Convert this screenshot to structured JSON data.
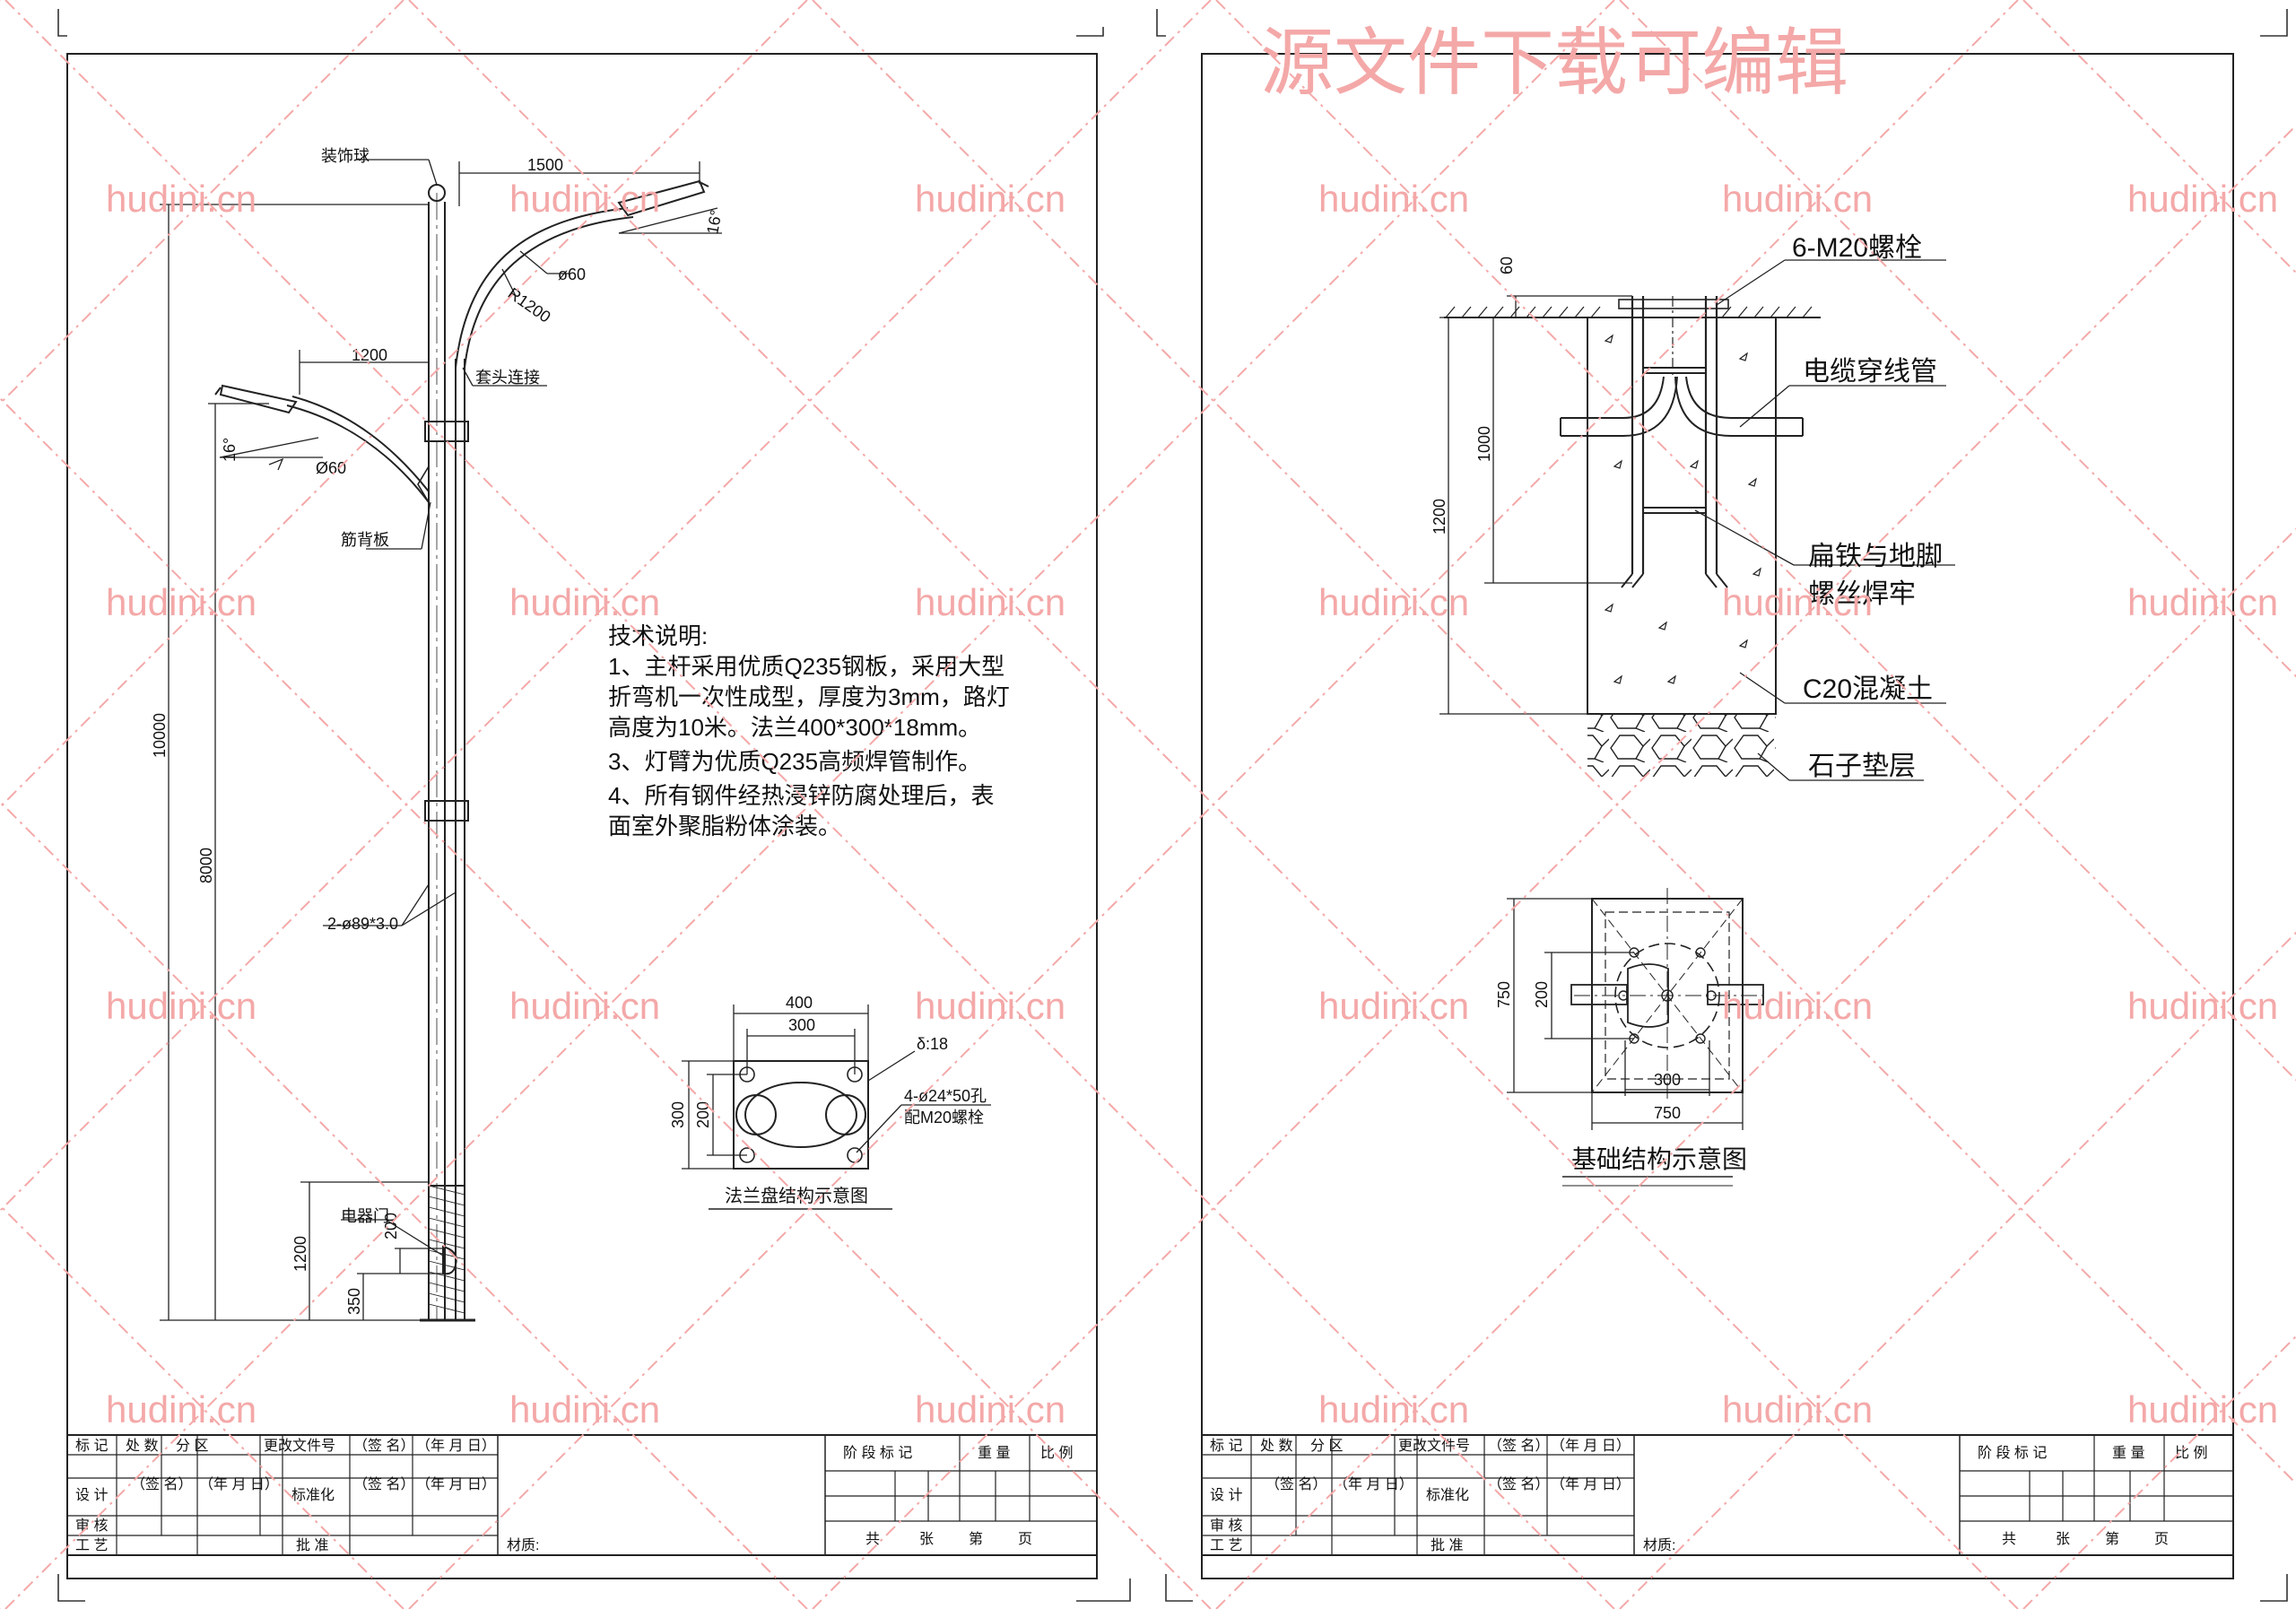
{
  "watermark": {
    "site": "hudini.cn",
    "banner": "源文件下载可编辑",
    "color": "#f4a8a8"
  },
  "left_sheet": {
    "pole_labels": {
      "decor_ball": "装饰球",
      "arm_upper_len": "1500",
      "arm_angle_upper": "16°",
      "pipe_dia_upper": "ø60",
      "arm_radius": "R1200",
      "sleeve_joint": "套头连接",
      "arm_lower_len": "1200",
      "arm_angle_lower": "16°",
      "pipe_dia_lower": "Ø60",
      "rib_plate": "筋背板",
      "total_height": "10000",
      "height_8000": "8000",
      "pipe_spec": "2-ø89*3.0",
      "door_label": "电器门",
      "door_height": "200",
      "height_1200": "1200",
      "height_350": "350"
    },
    "notes": {
      "title": "技术说明:",
      "lines": [
        "1、主杆采用优质Q235钢板，采用大型",
        "折弯机一次性成型，厚度为3mm，路灯",
        "高度为10米。法兰400*300*18mm。",
        "3、灯臂为优质Q235高频焊管制作。",
        "4、所有钢件经热浸锌防腐处理后，表",
        "面室外聚脂粉体涂装。"
      ]
    },
    "flange": {
      "dim_400": "400",
      "dim_300_top": "300",
      "thickness": "δ:18",
      "hole_spec": "4-ø24*50孔",
      "bolt_spec": "配M20螺栓",
      "dim_300_left": "300",
      "dim_200_left": "200",
      "caption": "法兰盘结构示意图"
    },
    "title_block": {
      "row1": [
        "标 记",
        "处 数",
        "分 区",
        "更改文件号",
        "（签 名）",
        "（年 月 日）"
      ],
      "row2": [
        "设 计",
        "（签 名）",
        "（年 月 日）",
        "标准化",
        "（签 名）",
        "（年 月 日）"
      ],
      "row3": [
        "审 核"
      ],
      "row4": [
        "工 艺",
        "批 准"
      ],
      "material": "材质:",
      "stage": "阶 段 标 记",
      "weight": "重 量",
      "scale": "比 例",
      "pages": [
        "共",
        "张",
        "第",
        "页"
      ]
    }
  },
  "right_sheet": {
    "section_labels": {
      "bolts": "6-M20螺栓",
      "cable_pipe": "电缆穿线管",
      "flat_iron_1": "扁铁与地脚",
      "flat_iron_2": "螺丝焊牢",
      "concrete": "C20混凝土",
      "gravel": "石子垫层",
      "dim_60": "60",
      "dim_1000": "1000",
      "dim_1200": "1200"
    },
    "plan": {
      "dim_750_left": "750",
      "dim_200": "200",
      "dim_300": "300",
      "dim_750_bottom": "750",
      "caption": "基础结构示意图"
    },
    "title_block": {
      "row1": [
        "标 记",
        "处 数",
        "分 区",
        "更改文件号",
        "（签 名）",
        "（年 月 日）"
      ],
      "row2": [
        "设 计",
        "（签 名）",
        "（年 月 日）",
        "标准化",
        "（签 名）",
        "（年 月 日）"
      ],
      "row3": [
        "审 核"
      ],
      "row4": [
        "工 艺",
        "批 准"
      ],
      "material": "材质:",
      "stage": "阶 段 标 记",
      "weight": "重 量",
      "scale": "比 例",
      "pages": [
        "共",
        "张",
        "第",
        "页"
      ]
    }
  }
}
